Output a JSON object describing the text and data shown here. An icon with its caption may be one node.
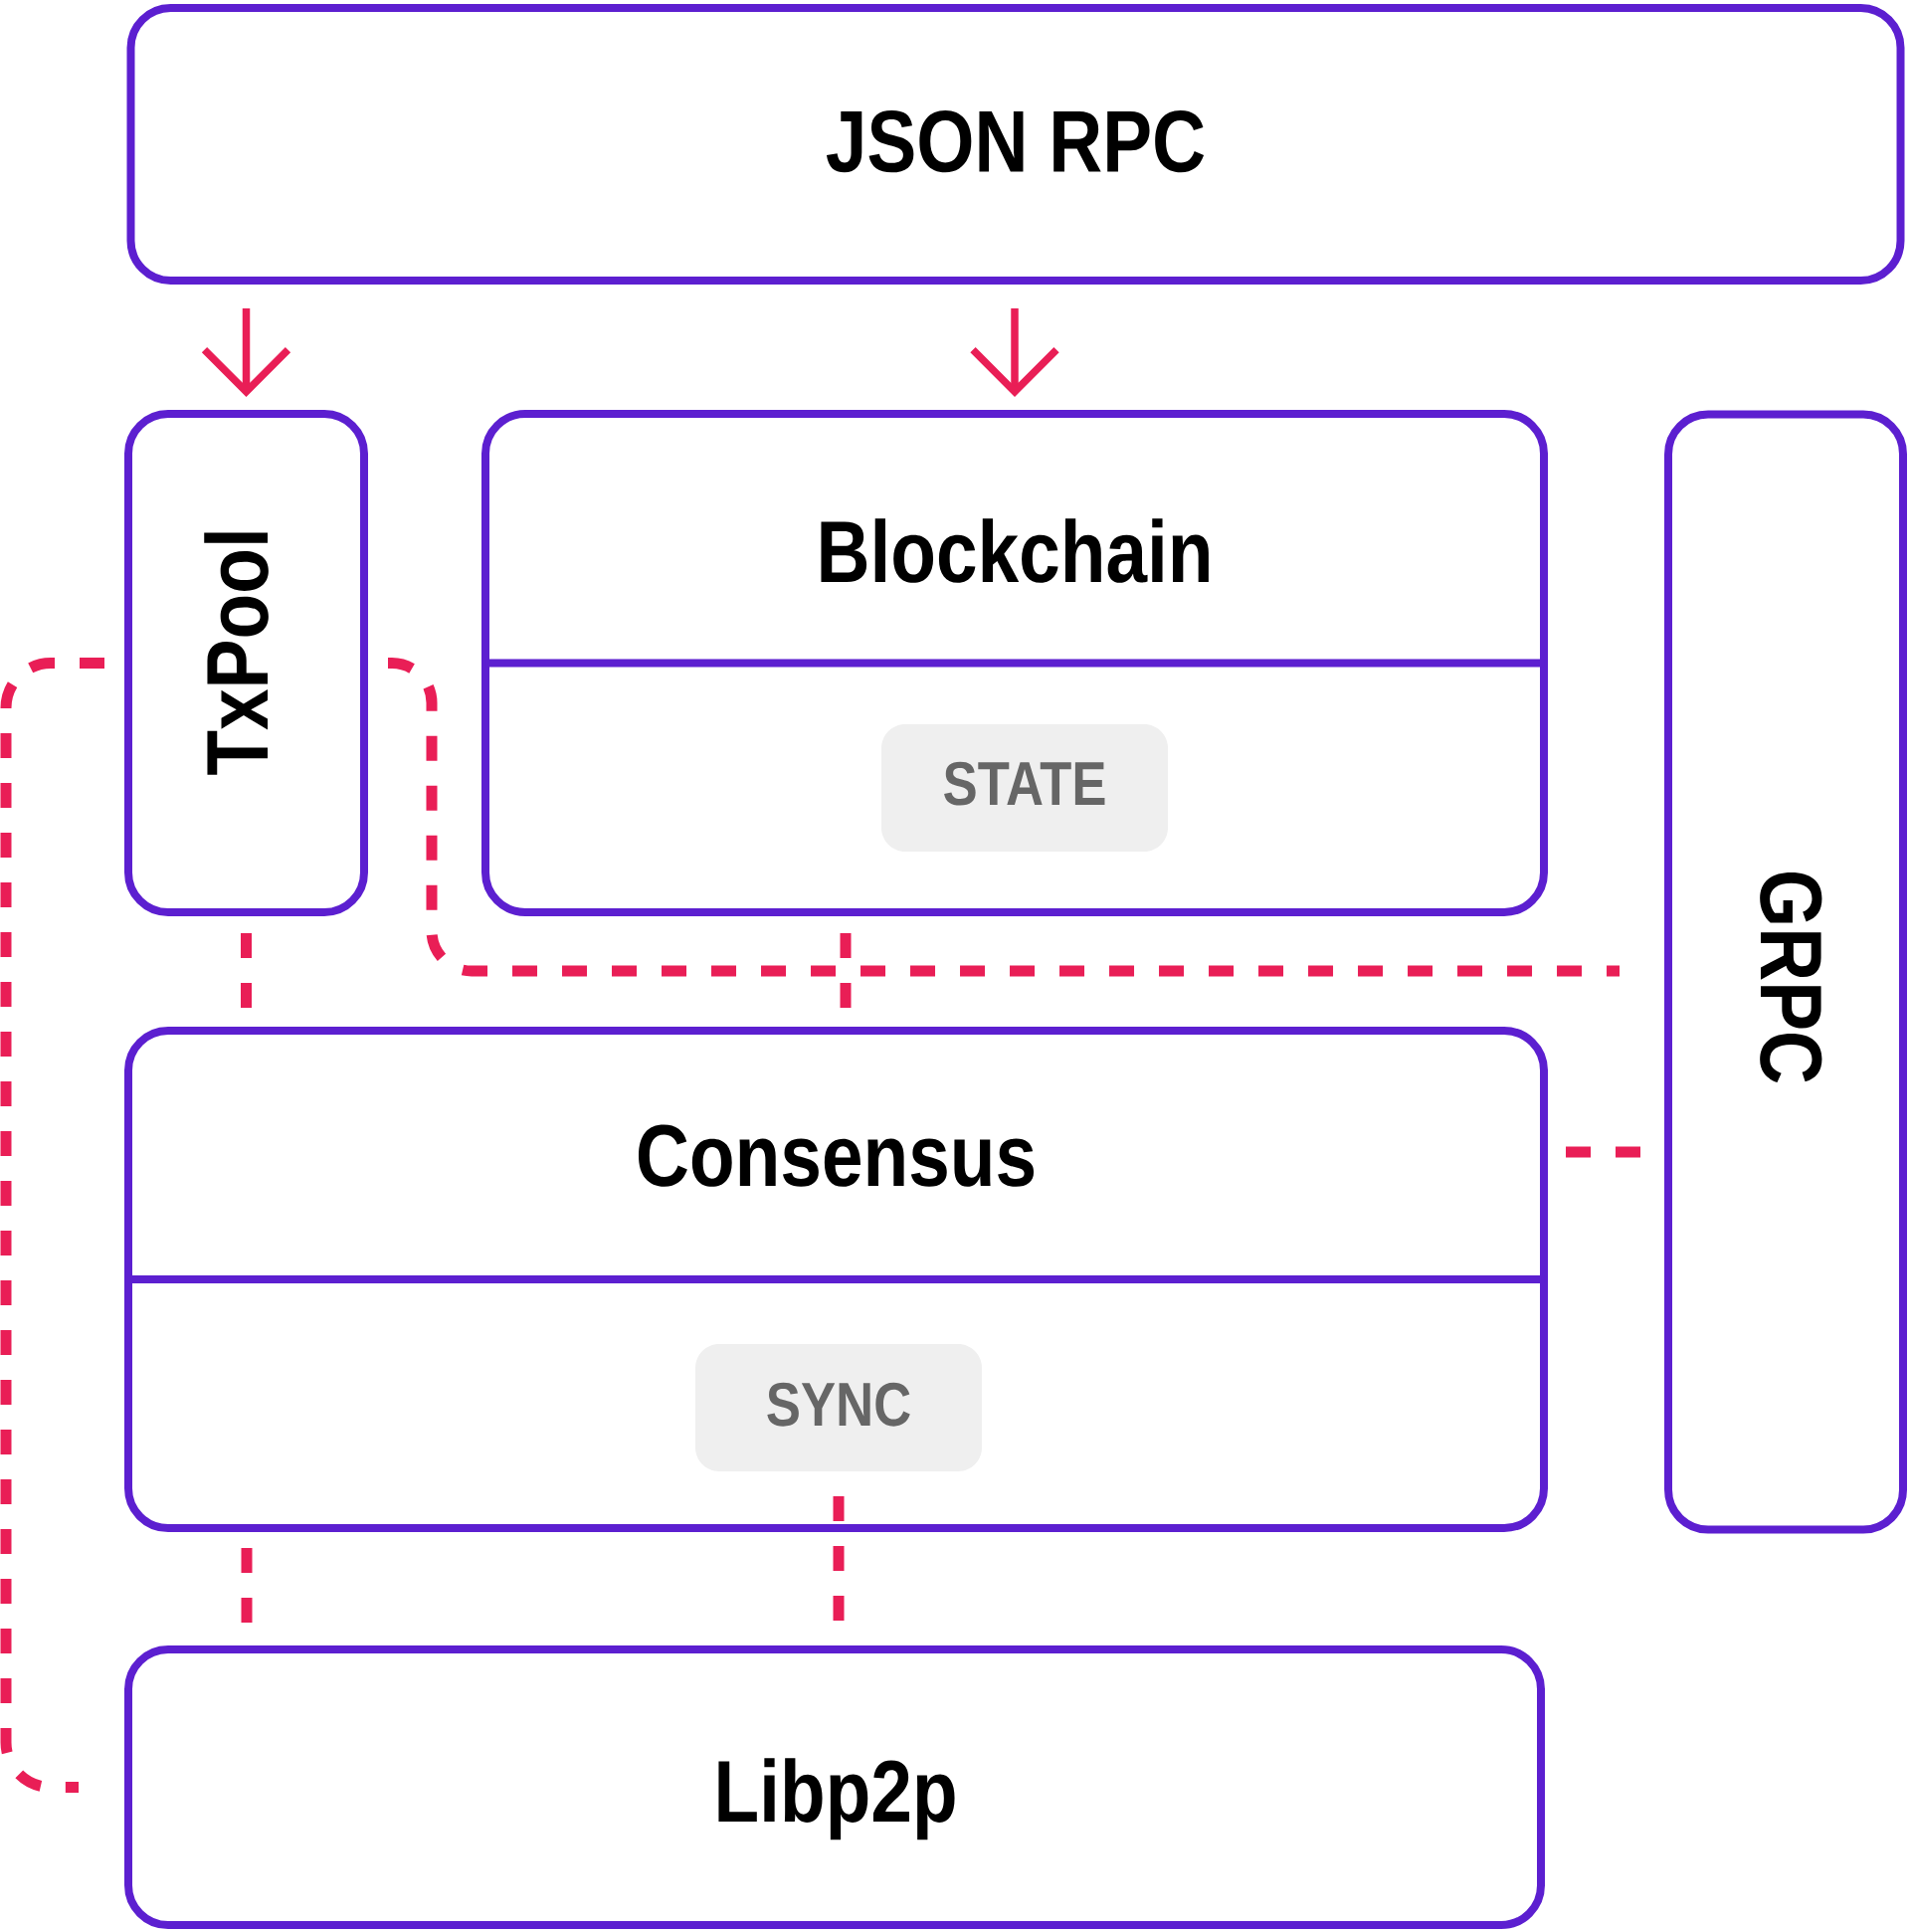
{
  "diagram": {
    "nodes": [
      {
        "text": [
          "JSON RPC"
        ]
      },
      {
        "text": [
          "TxPool"
        ]
      },
      {
        "text": [
          "Blockchain"
        ]
      },
      {
        "text": [
          "STATE"
        ],
        "in": 2
      },
      {
        "text": [
          "GRPC"
        ]
      },
      {
        "text": [
          "Consensus"
        ]
      },
      {
        "text": [
          "SYNC"
        ],
        "in": 5
      },
      {
        "text": [
          "Libp2p"
        ]
      }
    ],
    "edges": [
      {
        "from": 0,
        "to": 1,
        "arrow": "to"
      },
      {
        "from": 0,
        "to": 2,
        "arrow": "to"
      },
      {
        "from": 1,
        "to": 4,
        "arrow": "none",
        "style": "dashed"
      },
      {
        "from": 1,
        "to": 5,
        "arrow": "none",
        "style": "dashed"
      },
      {
        "from": 2,
        "to": 5,
        "arrow": "none",
        "style": "dashed"
      },
      {
        "from": 5,
        "to": 4,
        "arrow": "none",
        "style": "dashed"
      },
      {
        "from": 1,
        "to": 7,
        "arrow": "none",
        "style": "dashed"
      },
      {
        "from": 5,
        "to": 7,
        "arrow": "none",
        "style": "dashed"
      },
      {
        "from": 6,
        "to": 7,
        "arrow": "none",
        "style": "dashed"
      }
    ]
  }
}
